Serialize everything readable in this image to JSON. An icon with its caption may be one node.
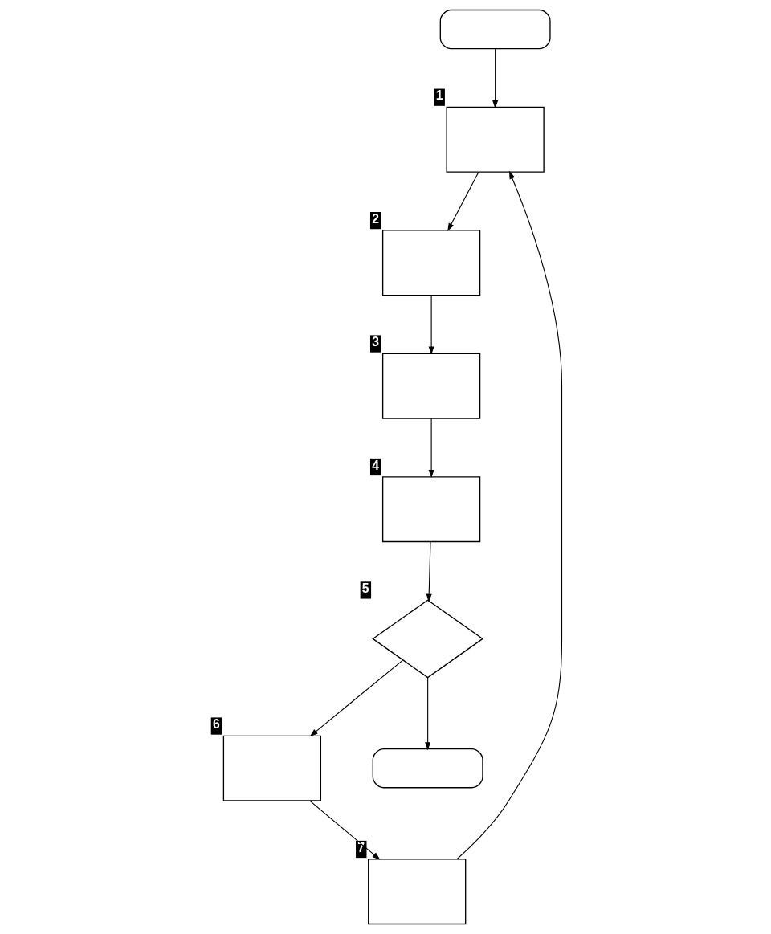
{
  "diagram": {
    "nodes": [
      {
        "text": [],
        "shape": "terminal"
      },
      {
        "text": [],
        "shape": "box",
        "beside": [
          "1"
        ]
      },
      {
        "text": [],
        "shape": "box",
        "beside": [
          "2"
        ]
      },
      {
        "text": [],
        "shape": "box",
        "beside": [
          "3"
        ]
      },
      {
        "text": [],
        "shape": "box",
        "beside": [
          "7"
        ]
      },
      {
        "text": [],
        "shape": "box",
        "beside": [
          "6"
        ]
      },
      {
        "text": [],
        "shape": "diamond",
        "beside": [
          "5"
        ]
      },
      {
        "text": [],
        "shape": "box",
        "beside": [
          "4"
        ]
      },
      {
        "text": [],
        "shape": "terminal"
      }
    ],
    "edges": [
      {
        "from": 0,
        "to": 1,
        "arrow": "to"
      },
      {
        "from": 1,
        "to": 2,
        "arrow": "to"
      },
      {
        "from": 2,
        "to": 3,
        "arrow": "to"
      },
      {
        "from": 3,
        "to": 7,
        "arrow": "to"
      },
      {
        "from": 7,
        "to": 6,
        "arrow": "to"
      },
      {
        "from": 6,
        "to": 5,
        "arrow": "to"
      },
      {
        "from": 5,
        "to": 4,
        "arrow": "to"
      },
      {
        "from": 4,
        "to": 1,
        "arrow": "to"
      },
      {
        "from": 6,
        "to": 8,
        "arrow": "to"
      }
    ]
  }
}
